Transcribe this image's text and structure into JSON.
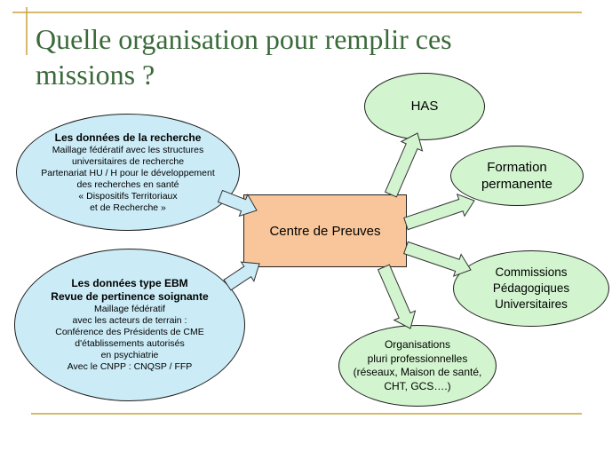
{
  "slide": {
    "title": "Quelle organisation pour remplir ces\nmissions ?",
    "accent_color": "#c8a43a",
    "title_color": "#3a6a3a"
  },
  "left_nodes": {
    "recherche": {
      "heading": "Les données de la recherche",
      "lines": [
        "Maillage fédératif avec les structures",
        "universitaires de recherche",
        "Partenariat HU / H pour le développement",
        "des recherches en santé",
        "« Dispositifs Territoriaux",
        "et de Recherche »"
      ]
    },
    "ebm": {
      "heading_lines": [
        "Les données type EBM",
        "Revue de pertinence soignante"
      ],
      "lines": [
        "Maillage fédératif",
        "avec les acteurs de terrain :",
        "Conférence des Présidents de CME",
        "d'établissements autorisés",
        "en psychiatrie",
        "Avec le CNPP : CNQSP / FFP"
      ]
    }
  },
  "center_node": {
    "label": "Centre de Preuves"
  },
  "right_nodes": {
    "has": {
      "lines": [
        "HAS"
      ]
    },
    "formation": {
      "lines": [
        "Formation",
        "permanente"
      ]
    },
    "commissions": {
      "lines": [
        "Commissions",
        "Pédagogiques",
        "Universitaires"
      ]
    },
    "organisations": {
      "lines": [
        "Organisations",
        "pluri professionnelles",
        "(réseaux, Maison de santé,",
        "CHT, GCS….)"
      ]
    }
  },
  "colors": {
    "left_ellipse_fill": "#cbecf7",
    "right_ellipse_fill": "#d2f5cf",
    "center_fill": "#f8c69a",
    "arrow_left_fill": "#cbecf7",
    "arrow_right_fill": "#d2f5cf"
  }
}
